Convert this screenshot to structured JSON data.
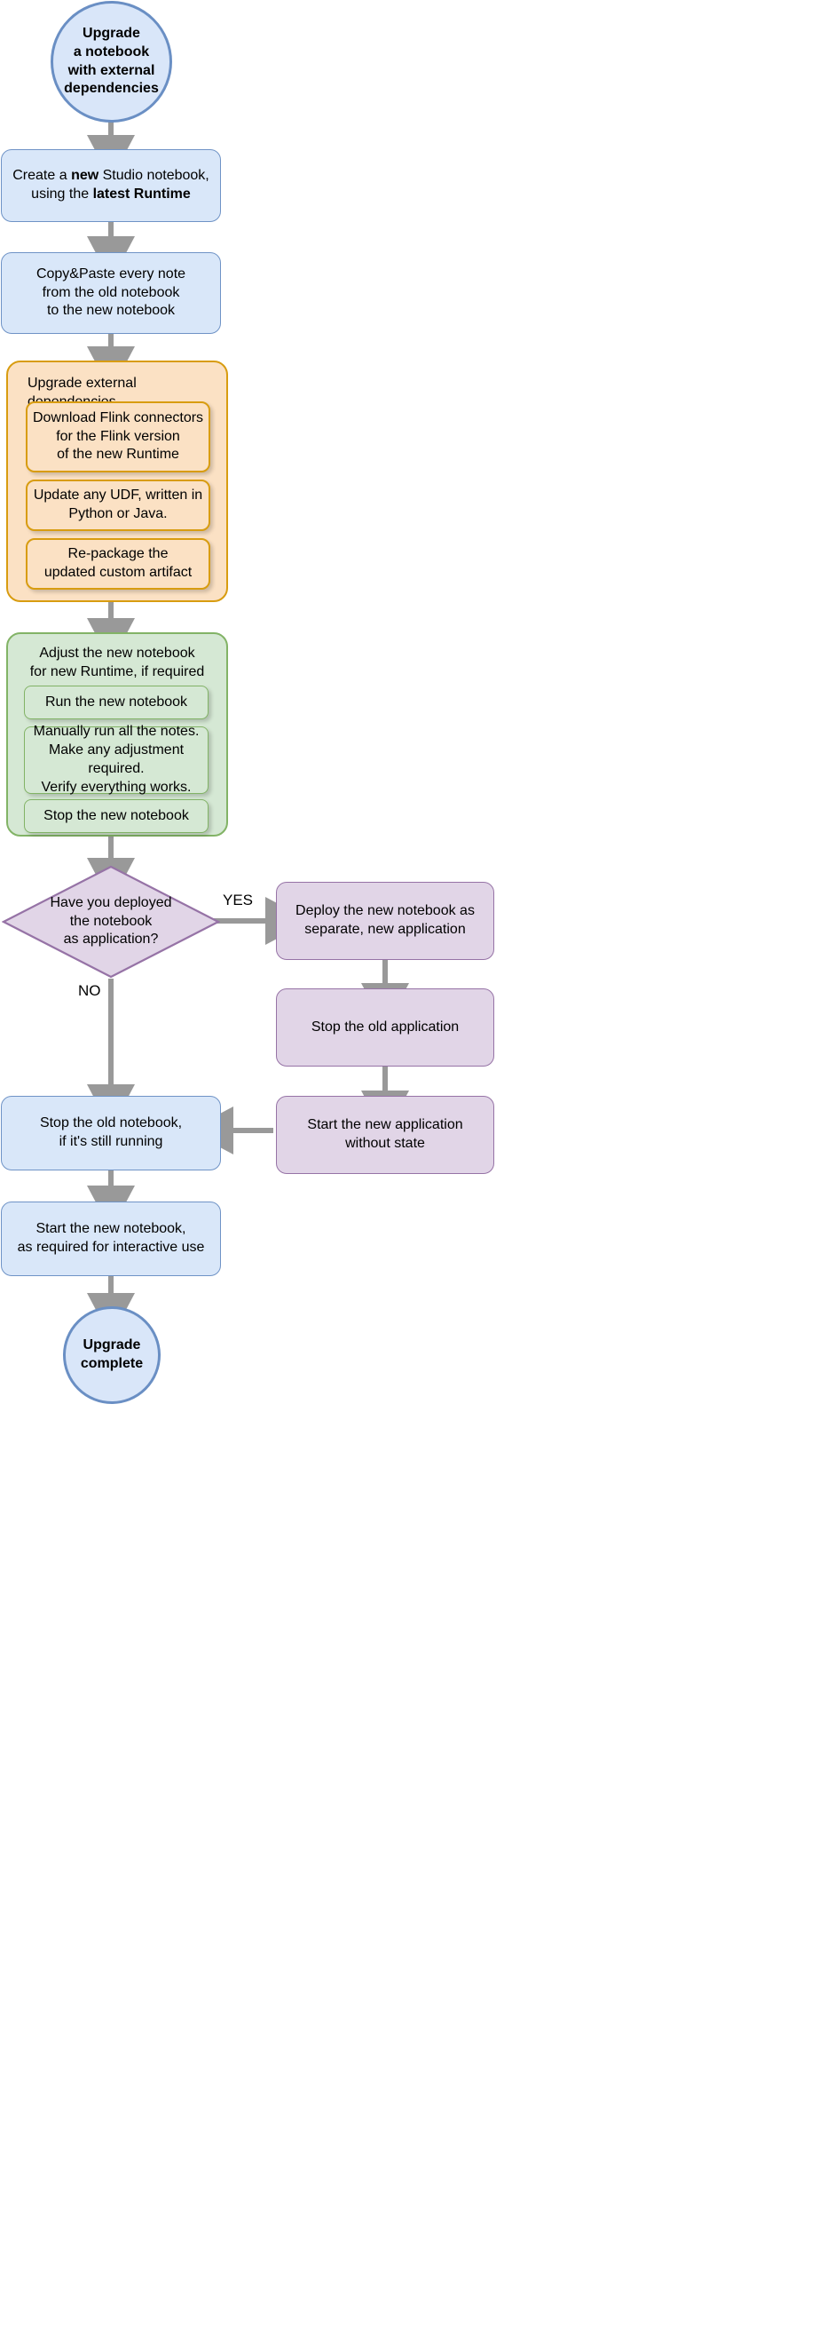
{
  "diagram": {
    "title": "Upgrade a notebook with external dependencies",
    "type": "flowchart",
    "colors": {
      "blue_fill": "#d9e7f9",
      "blue_stroke": "#6f93c6",
      "orange_fill": "#fbe1c4",
      "orange_stroke": "#d89c10",
      "green_fill": "#d5e8d4",
      "green_stroke": "#82b366",
      "purple_fill": "#e1d5e7",
      "purple_stroke": "#9673a6",
      "arrow": "#999999",
      "text": "#000000",
      "background": "#ffffff"
    }
  },
  "start": {
    "line1": "Upgrade",
    "line2": "a notebook",
    "line3": "with external",
    "line4": "dependencies"
  },
  "end": {
    "line1": "Upgrade",
    "line2": "complete"
  },
  "steps": {
    "create_notebook": {
      "t1": "Create a ",
      "t2": "new",
      "t3": " Studio notebook,",
      "t4": "using the ",
      "t5": "latest Runtime"
    },
    "copy_paste": {
      "line1": "Copy&Paste every note",
      "line2": "from the old notebook",
      "line3": "to the new notebook"
    },
    "stop_old_notebook": {
      "line1": "Stop the old notebook,",
      "line2": "if it's still running"
    },
    "start_new_notebook": {
      "line1": "Start the new notebook,",
      "line2": "as required for interactive use"
    }
  },
  "upgrade_deps_group": {
    "title": "Upgrade external dependencies",
    "items": [
      {
        "line1": "Download Flink connectors",
        "line2": "for the Flink version",
        "line3": "of the new Runtime"
      },
      {
        "line1": "Update any UDF, written in",
        "line2": "Python or Java.",
        "line3": ""
      },
      {
        "line1": "Re-package the",
        "line2": "updated custom artifact",
        "line3": ""
      }
    ]
  },
  "adjust_group": {
    "title_line1": "Adjust the new notebook",
    "title_line2": "for new Runtime, if required",
    "items": [
      {
        "line1": "Run the new notebook",
        "line2": "",
        "line3": ""
      },
      {
        "line1": "Manually run all the notes.",
        "line2": "Make any adjustment required.",
        "line3": "Verify everything works."
      },
      {
        "line1": "Stop the new notebook",
        "line2": "",
        "line3": ""
      }
    ]
  },
  "decision": {
    "line1": "Have you deployed",
    "line2": "the notebook",
    "line3": "as application?",
    "yes_label": "YES",
    "no_label": "NO"
  },
  "deployed_branch": {
    "deploy_new": {
      "line1": "Deploy the new notebook as",
      "line2": "separate, new application"
    },
    "stop_old_app": {
      "line1": "Stop the old application",
      "line2": ""
    },
    "start_new_app": {
      "line1": "Start the new application",
      "line2": "without state"
    }
  }
}
